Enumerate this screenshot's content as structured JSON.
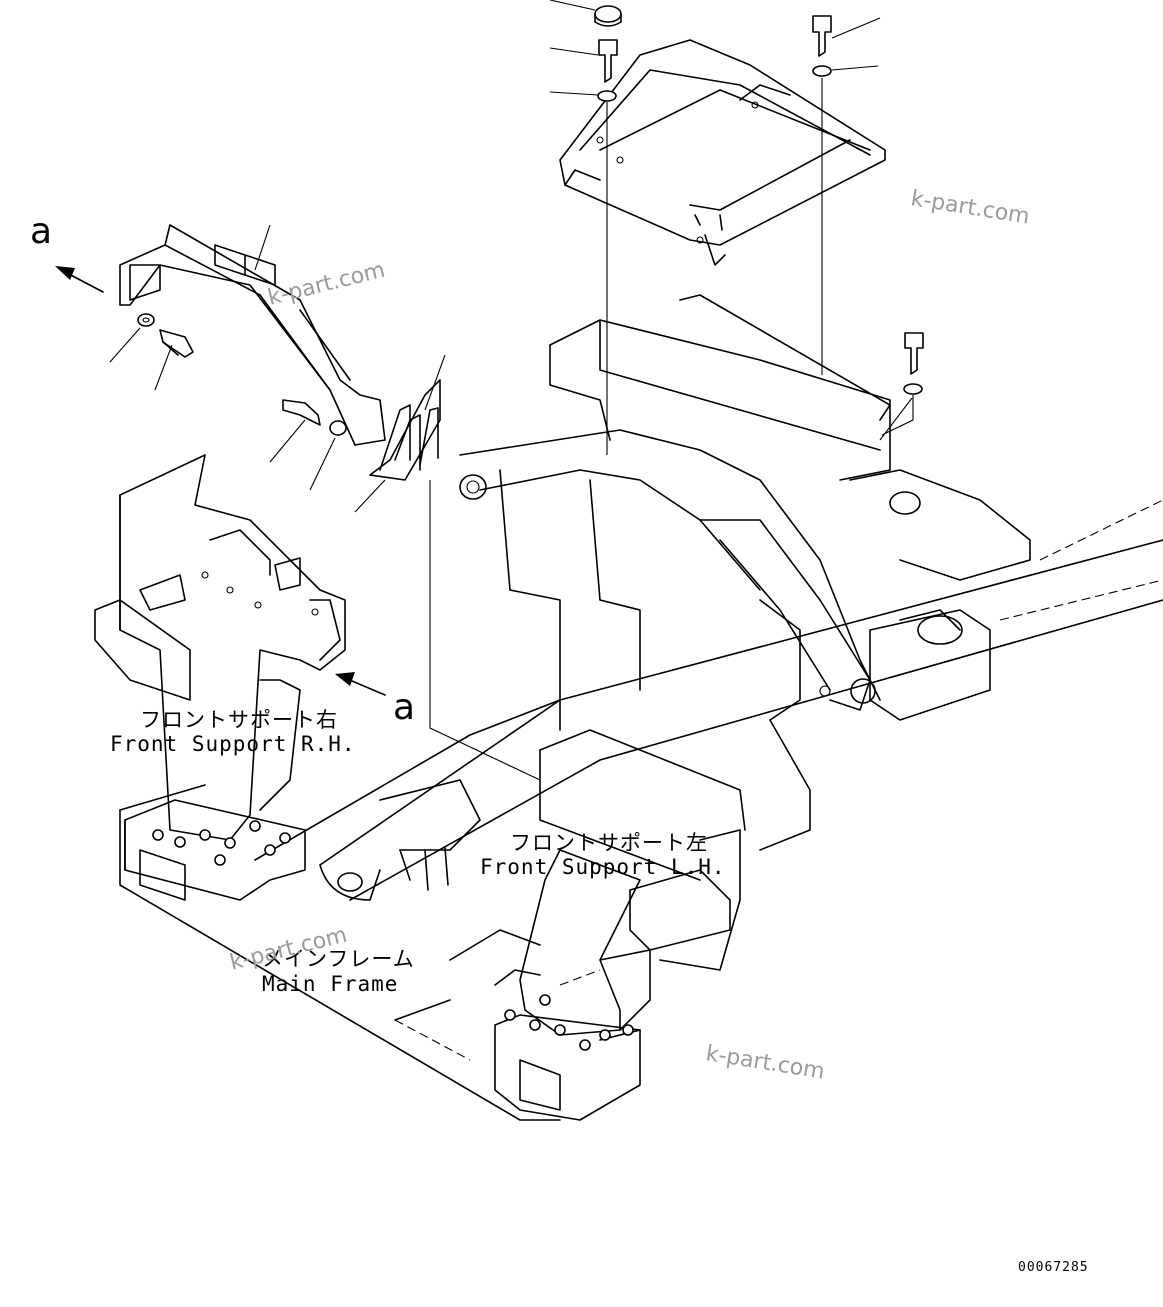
{
  "labels": {
    "front_support_rh_jp": "フロントサポート右",
    "front_support_rh_en": "Front Support R.H.",
    "front_support_lh_jp": "フロントサポート左",
    "front_support_lh_en": "Front Support L.H.",
    "main_frame_jp": "メインフレーム",
    "main_frame_en": "Main Frame"
  },
  "view_marker": "a",
  "watermark": "k-part.com",
  "drawing_number": "00067285"
}
